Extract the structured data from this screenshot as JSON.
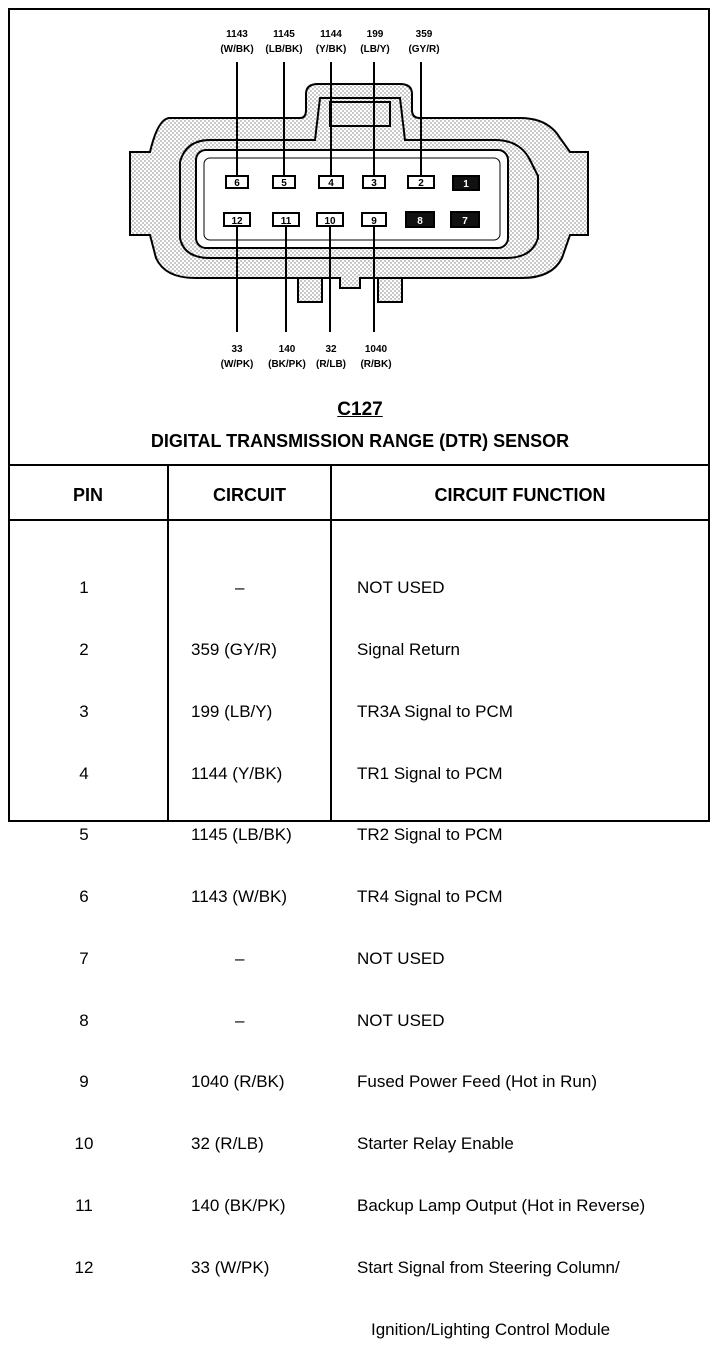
{
  "connector": {
    "id": "C127",
    "title": "DIGITAL TRANSMISSION RANGE (DTR) SENSOR",
    "top_wires": [
      {
        "circuit": "1143",
        "color": "(W/BK)",
        "pin": "6"
      },
      {
        "circuit": "1145",
        "color": "(LB/BK)",
        "pin": "5"
      },
      {
        "circuit": "1144",
        "color": "(Y/BK)",
        "pin": "4"
      },
      {
        "circuit": "199",
        "color": "(LB/Y)",
        "pin": "3"
      },
      {
        "circuit": "359",
        "color": "(GY/R)",
        "pin": "2"
      }
    ],
    "bottom_wires": [
      {
        "circuit": "33",
        "color": "(W/PK)",
        "pin": "12"
      },
      {
        "circuit": "140",
        "color": "(BK/PK)",
        "pin": "11"
      },
      {
        "circuit": "32",
        "color": "(R/LB)",
        "pin": "10"
      },
      {
        "circuit": "1040",
        "color": "(R/BK)",
        "pin": "9"
      }
    ],
    "top_row_pins": [
      "6",
      "5",
      "4",
      "3",
      "2",
      "1"
    ],
    "bottom_row_pins": [
      "12",
      "11",
      "10",
      "9",
      "8",
      "7"
    ],
    "unused_pins": [
      "1",
      "7",
      "8"
    ]
  },
  "table": {
    "headers": {
      "pin": "PIN",
      "circuit": "CIRCUIT",
      "function": "CIRCUIT FUNCTION"
    },
    "rows": [
      {
        "pin": "1",
        "circuit": "–",
        "function": "NOT USED"
      },
      {
        "pin": "2",
        "circuit": "359 (GY/R)",
        "function": "Signal Return"
      },
      {
        "pin": "3",
        "circuit": "199 (LB/Y)",
        "function": "TR3A Signal to PCM"
      },
      {
        "pin": "4",
        "circuit": "1144 (Y/BK)",
        "function": "TR1 Signal to PCM"
      },
      {
        "pin": "5",
        "circuit": "1145 (LB/BK)",
        "function": "TR2 Signal to PCM"
      },
      {
        "pin": "6",
        "circuit": "1143 (W/BK)",
        "function": "TR4 Signal to PCM"
      },
      {
        "pin": "7",
        "circuit": "–",
        "function": "NOT USED"
      },
      {
        "pin": "8",
        "circuit": "–",
        "function": "NOT USED"
      },
      {
        "pin": "9",
        "circuit": "1040 (R/BK)",
        "function": "Fused Power Feed (Hot in Run)"
      },
      {
        "pin": "10",
        "circuit": "32 (R/LB)",
        "function": "Starter Relay Enable"
      },
      {
        "pin": "11",
        "circuit": "140 (BK/PK)",
        "function": "Backup Lamp Output (Hot in Reverse)"
      },
      {
        "pin": "12",
        "circuit": "33 (W/PK)",
        "function": "Start Signal from Steering Column/",
        "function_cont": "Ignition/Lighting Control Module"
      }
    ]
  }
}
